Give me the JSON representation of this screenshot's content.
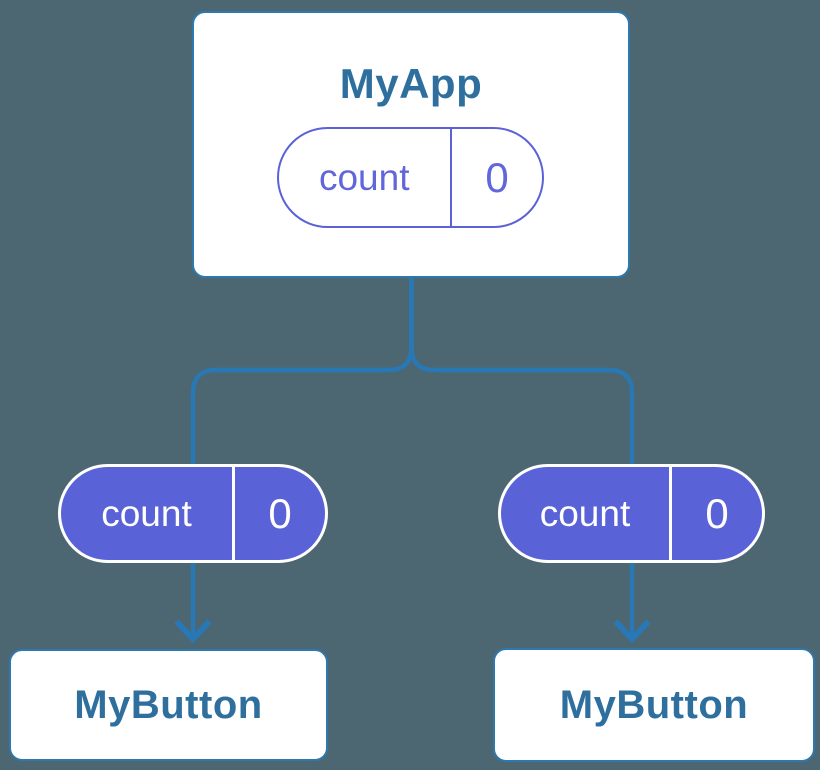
{
  "colors": {
    "background": "#4C6771",
    "connector-blue": "#2878B5",
    "card-border-blue": "#2E78AD",
    "node-title-blue": "#2E6F9E",
    "state-purple": "#5A62D8",
    "state-purple-text": "#6266DB",
    "card-white": "#FFFFFF",
    "pill-text-white": "#FFFFFF"
  },
  "parent_node": {
    "title": "MyApp",
    "state_pill": {
      "name": "count",
      "value": "0"
    }
  },
  "left_branch": {
    "prop_pill": {
      "name": "count",
      "value": "0"
    },
    "child": {
      "title": "MyButton"
    }
  },
  "right_branch": {
    "prop_pill": {
      "name": "count",
      "value": "0"
    },
    "child": {
      "title": "MyButton"
    }
  }
}
